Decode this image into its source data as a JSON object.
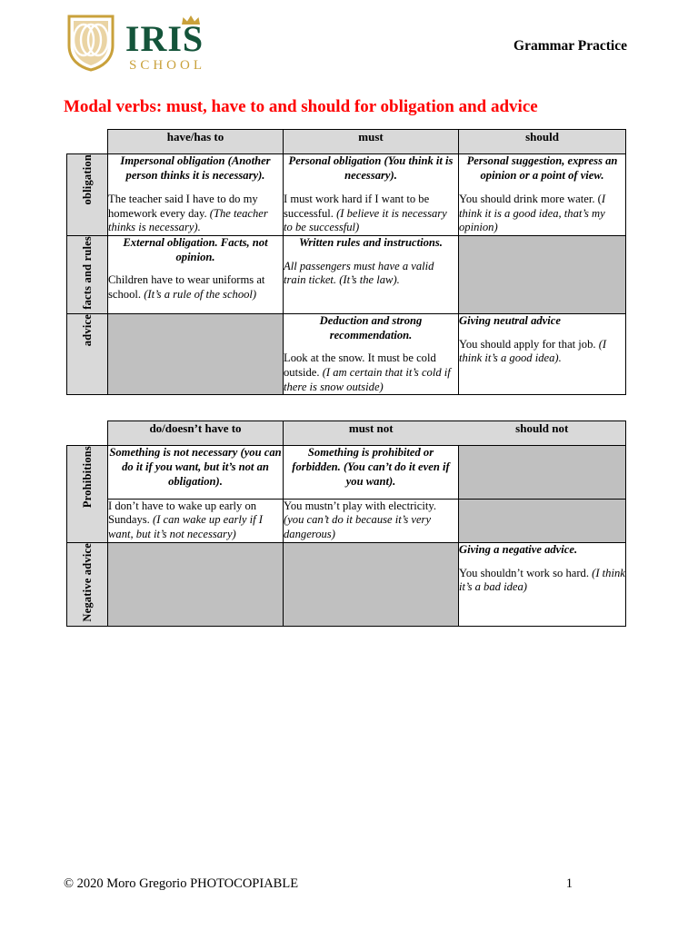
{
  "header": {
    "logo": {
      "brand_name": "IRIS",
      "sub_name": "SCHOOL",
      "shield_color": "#c9a13b",
      "text_color": "#14543a"
    },
    "doc_kind": "Grammar Practice"
  },
  "title": "Modal verbs: must, have to and should for obligation and advice",
  "title_color": "#ff0000",
  "colors": {
    "header_fill": "#d9d9d9",
    "blocked_fill": "#c0c0c0",
    "border": "#000000"
  },
  "table1": {
    "columns": [
      "have/has to",
      "must",
      "should"
    ],
    "rows": [
      {
        "label": "obligation",
        "cells": [
          {
            "blocked": false,
            "heading": "Impersonal obligation (Another person thinks it is necessary).",
            "heading_align": "center",
            "example": "The teacher said I have to do my homework every day.",
            "note": "(The teacher thinks is necessary)."
          },
          {
            "blocked": false,
            "heading": "Personal obligation (You think it is necessary).",
            "heading_align": "center",
            "example": "I must work hard if I want to be successful.",
            "note": "(I believe it is necessary to be successful)"
          },
          {
            "blocked": false,
            "heading": "Personal suggestion, express an opinion or a point of view.",
            "heading_align": "center",
            "example": "You should drink more water. (",
            "note": "I think it is a good idea, that’s my opinion)"
          }
        ]
      },
      {
        "label": "facts and rules",
        "cells": [
          {
            "blocked": false,
            "heading": "External obligation. Facts, not opinion.",
            "heading_align": "center",
            "example": "Children have to wear uniforms at school.",
            "note": "(It’s a rule of the school)"
          },
          {
            "blocked": false,
            "heading": "Written rules and instructions.",
            "heading_align": "center",
            "example": "",
            "note": "All passengers must have a valid train ticket. (It’s the law)."
          },
          {
            "blocked": true,
            "heading": "",
            "heading_align": "center",
            "example": "",
            "note": ""
          }
        ]
      },
      {
        "label": "advice",
        "cells": [
          {
            "blocked": true,
            "heading": "",
            "heading_align": "center",
            "example": "",
            "note": ""
          },
          {
            "blocked": false,
            "heading": "Deduction and strong recommendation.",
            "heading_align": "center",
            "example": "Look at the snow. It must be cold outside.",
            "note": "(I am certain that it’s cold if there is snow outside)"
          },
          {
            "blocked": false,
            "heading": "Giving neutral advice",
            "heading_align": "left",
            "example": "You should apply for that job.",
            "note": "(I think it’s a good idea)."
          }
        ]
      }
    ]
  },
  "table2": {
    "columns": [
      "do/doesn’t have to",
      "must not",
      "should not"
    ],
    "rows": [
      {
        "label": "Prohibitions",
        "label_rowspan": 2,
        "cells": [
          {
            "blocked": false,
            "heading": "Something is not necessary (you can do it if you want, but it’s not an obligation).",
            "heading_align": "center",
            "example": "",
            "note": ""
          },
          {
            "blocked": false,
            "heading": "Something is prohibited or forbidden. (You can’t do it even if you want).",
            "heading_align": "center",
            "example": "",
            "note": ""
          },
          {
            "blocked": true,
            "heading": "",
            "heading_align": "center",
            "example": "",
            "note": ""
          }
        ]
      },
      {
        "label": "",
        "label_rowspan": 0,
        "cells": [
          {
            "blocked": false,
            "heading": "",
            "heading_align": "center",
            "example": "I don’t have to wake up early on Sundays.",
            "note": "(I can wake up early if I want, but it’s not necessary)"
          },
          {
            "blocked": false,
            "heading": "",
            "heading_align": "center",
            "example": "You mustn’t play with electricity.",
            "note": "(you can’t do it because it’s very dangerous)"
          },
          {
            "blocked": true,
            "heading": "",
            "heading_align": "center",
            "example": "",
            "note": ""
          }
        ]
      },
      {
        "label": "Negative advice",
        "label_rowspan": 1,
        "cells": [
          {
            "blocked": true,
            "heading": "",
            "heading_align": "center",
            "example": "",
            "note": ""
          },
          {
            "blocked": true,
            "heading": "",
            "heading_align": "center",
            "example": "",
            "note": ""
          },
          {
            "blocked": false,
            "heading": "Giving a negative advice.",
            "heading_align": "left",
            "example": "You shouldn’t work so hard.",
            "note": "(I think it’s a bad idea)"
          }
        ]
      }
    ]
  },
  "footer": {
    "copyright": "© 2020 Moro Gregorio PHOTOCOPIABLE",
    "page_number": "1"
  }
}
